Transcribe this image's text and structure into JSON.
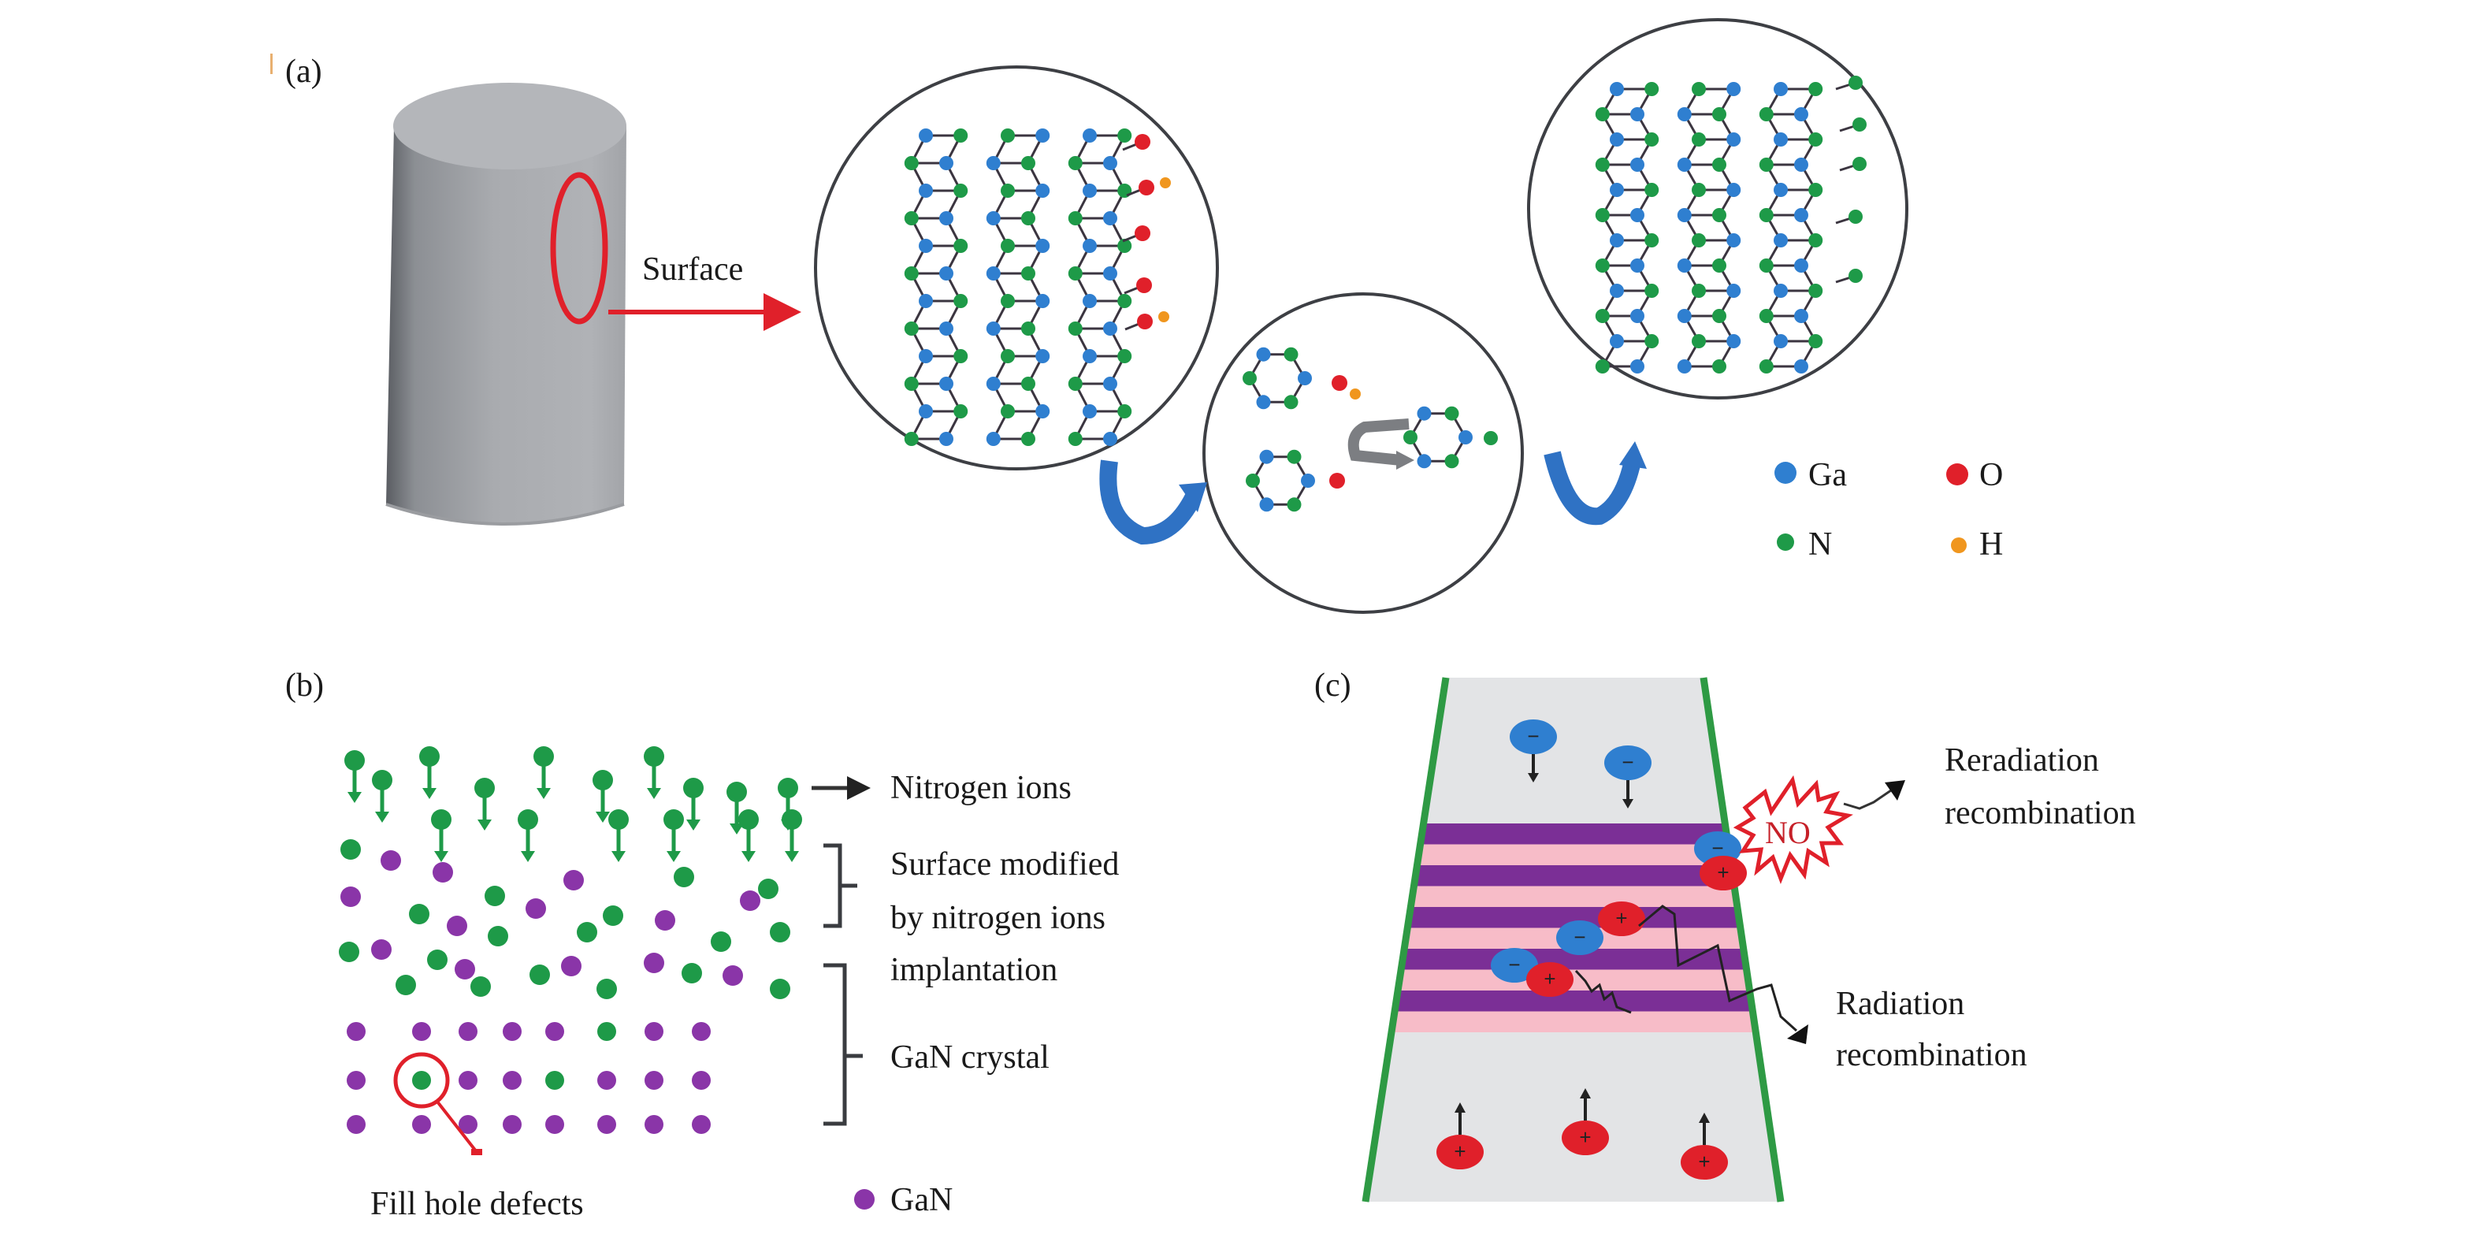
{
  "panels": {
    "a": {
      "label": "(a)",
      "surface_label": "Surface",
      "legend": [
        {
          "symbol": "Ga",
          "color": "#2f7fd0"
        },
        {
          "symbol": "O",
          "color": "#e0202a"
        },
        {
          "symbol": "N",
          "color": "#1e9a48"
        },
        {
          "symbol": "H",
          "color": "#f0961e"
        }
      ]
    },
    "b": {
      "label": "(b)",
      "nitrogen_ions_label": "Nitrogen ions",
      "surface_modified_lines": [
        "Surface modified",
        "by nitrogen ions",
        "implantation"
      ],
      "crystal_label": "GaN crystal",
      "defect_label": "Fill hole defects",
      "gan_legend": "GaN"
    },
    "c": {
      "label": "(c)",
      "no_label": "NO",
      "reradiation_lines": [
        "Reradiation",
        "recombination"
      ],
      "radiation_lines": [
        "Radiation",
        "recombination"
      ],
      "electron_sign": "−",
      "hole_sign": "+"
    }
  },
  "colors": {
    "ga": "#2f7fd0",
    "n": "#1e9a48",
    "o": "#e0202a",
    "h": "#f0961e",
    "gan": "#8a35a8",
    "accent_red": "#e0202a",
    "arrow_blue": "#2f72c4",
    "band_purple": "#7b2f96",
    "band_pink": "#f7bcc8",
    "trap_fill": "#e3e4e6",
    "trap_edge": "#2e9a44"
  }
}
